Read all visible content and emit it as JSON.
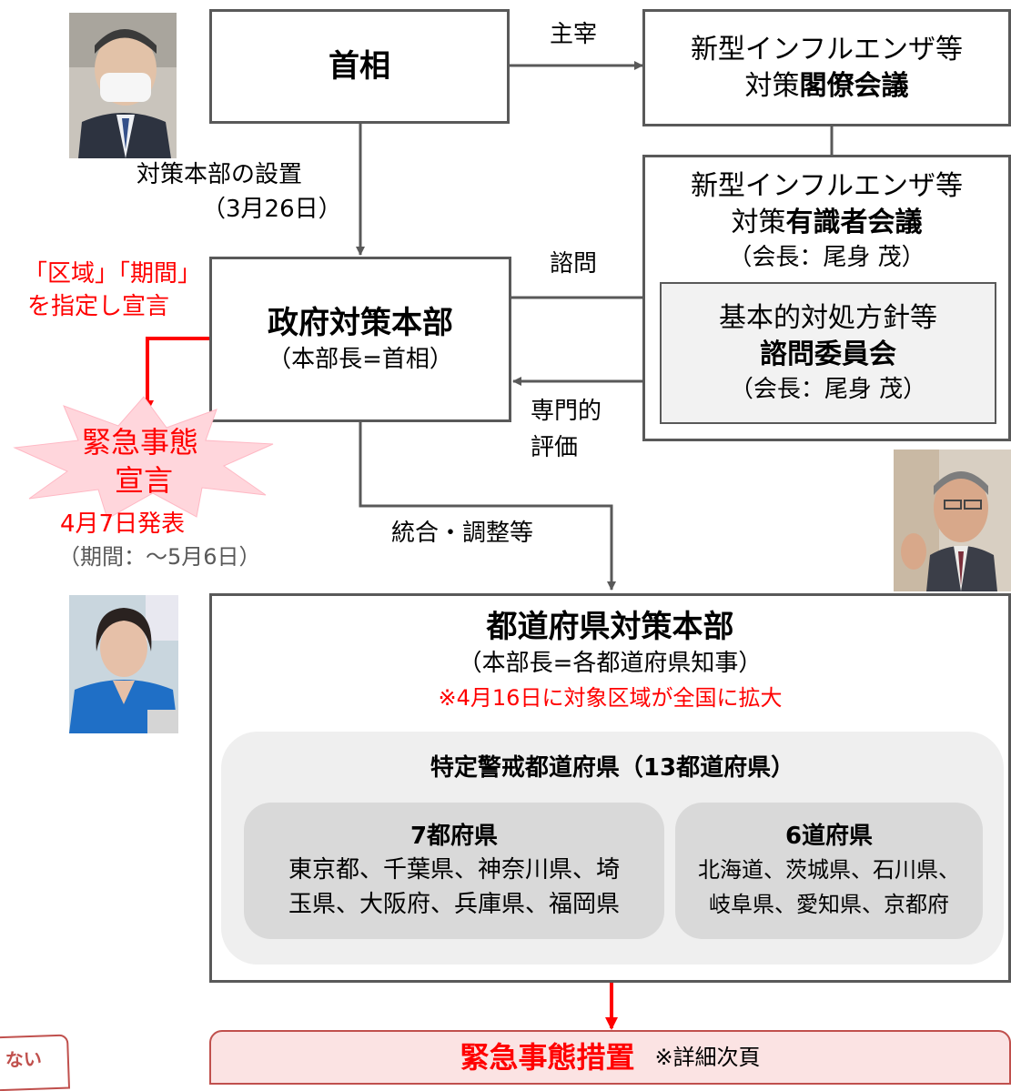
{
  "nodes": {
    "pm": "首相",
    "cabinet_meeting": {
      "line1": "新型インフルエンザ等",
      "line2_a": "対策",
      "line2_b": "閣僚会議"
    },
    "expert_meeting": {
      "line1": "新型インフルエンザ等",
      "line2_a": "対策",
      "line2_b": "有識者会議",
      "chair": "（会長：尾身 茂）"
    },
    "advisory_committee": {
      "line1": "基本的対処方針等",
      "line2": "諮問委員会",
      "chair": "（会長：尾身 茂）"
    },
    "gov_hq": {
      "title": "政府対策本部",
      "sub": "（本部長=首相）"
    },
    "pref_hq": {
      "title": "都道府県対策本部",
      "sub": "（本部長=各都道府県知事）",
      "note": "※4月16日に対象区域が全国に拡大"
    },
    "special_prefs": {
      "title": "特定警戒都道府県（13都道府県）",
      "group1_title": "7都府県",
      "group1_line1": "東京都、千葉県、神奈川県、埼",
      "group1_line2": "玉県、大阪府、兵庫県、福岡県",
      "group2_title": "6道府県",
      "group2_line1": "北海道、茨城県、石川県、",
      "group2_line2": "岐阜県、愛知県、京都府"
    },
    "emergency_measures": {
      "title": "緊急事態措置",
      "note": "※詳細次頁"
    }
  },
  "edges": {
    "presides": "主宰",
    "setup_hq_1": "対策本部の設置",
    "setup_hq_2": "（3月26日）",
    "consult": "諮問",
    "expert_eval_1": "専門的",
    "expert_eval_2": "評価",
    "coordination": "統合・調整等"
  },
  "declaration": {
    "specify_1": "「区域」「期間」",
    "specify_2": "を指定し宣言",
    "burst_1": "緊急事態",
    "burst_2": "宣言",
    "announced": "4月7日発表",
    "period": "（期間：〜5月6日）"
  },
  "corner_tag": "ない",
  "photos": [
    "prime-minister-photo",
    "expert-chair-photo",
    "tokyo-governor-photo"
  ],
  "colors": {
    "accent_red": "#ff0000",
    "burst_fill": "#ffd6dc",
    "measures_fill": "#fbe3e3",
    "measures_border": "#c0504d"
  }
}
